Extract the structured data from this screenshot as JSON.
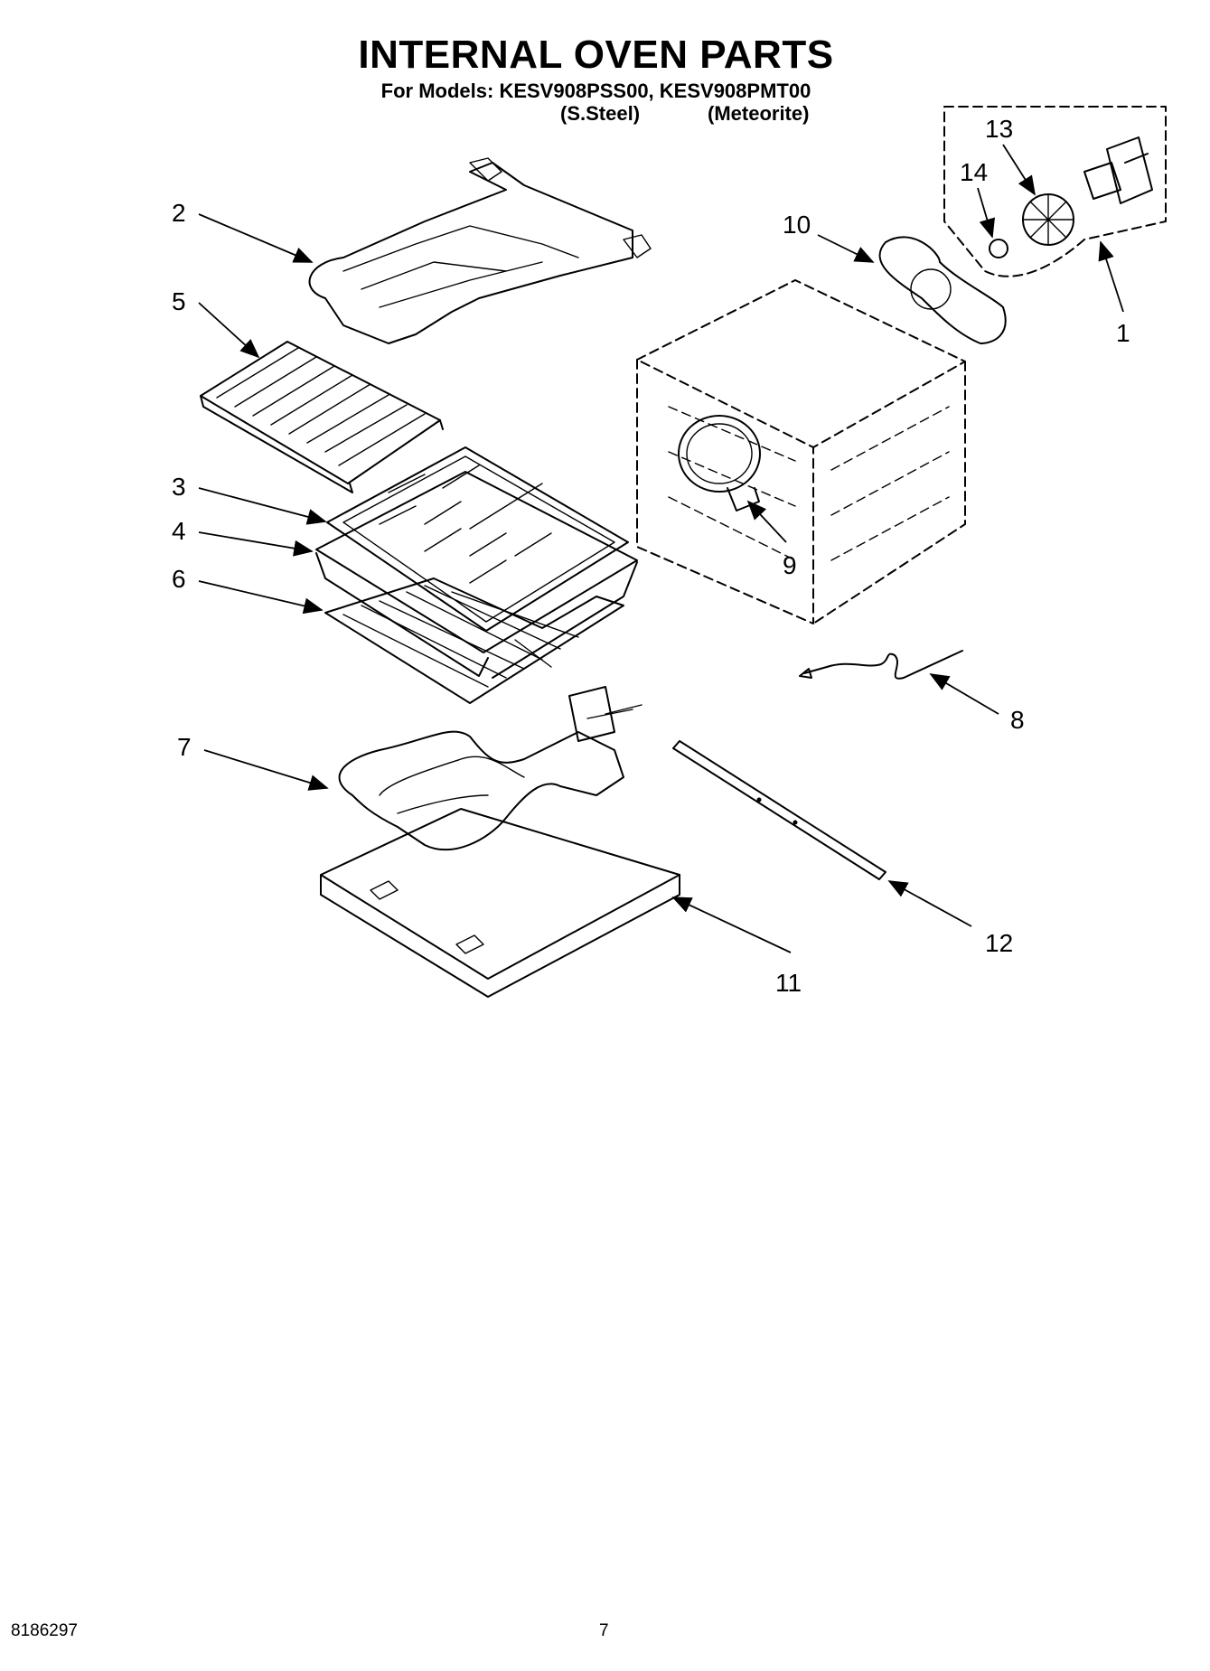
{
  "header": {
    "title": "INTERNAL OVEN PARTS",
    "models_line": "For Models: KESV908PSS00, KESV908PMT00",
    "variant_1": "(S.Steel)",
    "variant_2": "(Meteorite)"
  },
  "callouts": [
    "1",
    "2",
    "3",
    "4",
    "5",
    "6",
    "7",
    "8",
    "9",
    "10",
    "11",
    "12",
    "13",
    "14"
  ],
  "footer": {
    "doc_number": "8186297",
    "page_number": "7"
  }
}
